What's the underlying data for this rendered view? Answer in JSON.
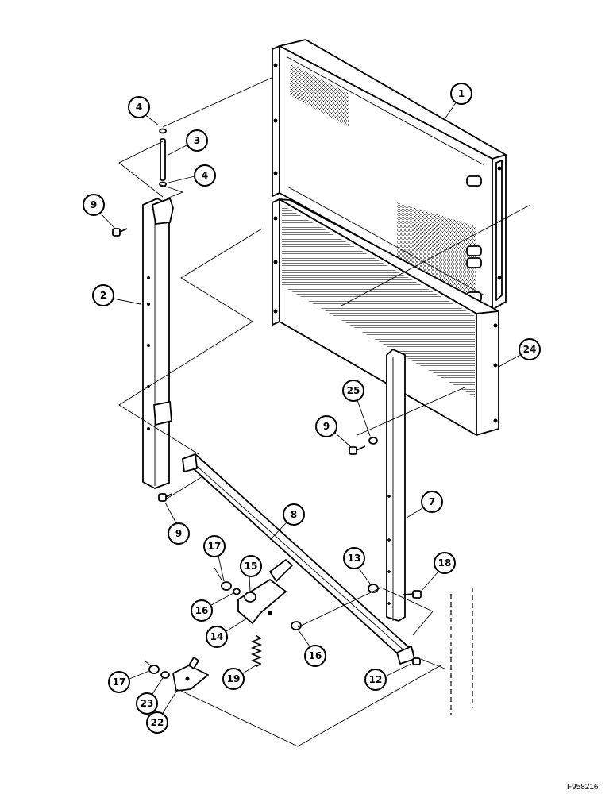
{
  "figure_id": "F958216",
  "callouts": [
    {
      "id": "c1",
      "label": "1"
    },
    {
      "id": "c2",
      "label": "2"
    },
    {
      "id": "c3",
      "label": "3"
    },
    {
      "id": "c4a",
      "label": "4"
    },
    {
      "id": "c4b",
      "label": "4"
    },
    {
      "id": "c7",
      "label": "7"
    },
    {
      "id": "c8",
      "label": "8"
    },
    {
      "id": "c9a",
      "label": "9"
    },
    {
      "id": "c9b",
      "label": "9"
    },
    {
      "id": "c9c",
      "label": "9"
    },
    {
      "id": "c12",
      "label": "12"
    },
    {
      "id": "c13",
      "label": "13"
    },
    {
      "id": "c14",
      "label": "14"
    },
    {
      "id": "c15",
      "label": "15"
    },
    {
      "id": "c16a",
      "label": "16"
    },
    {
      "id": "c16b",
      "label": "16"
    },
    {
      "id": "c17a",
      "label": "17"
    },
    {
      "id": "c17b",
      "label": "17"
    },
    {
      "id": "c18",
      "label": "18"
    },
    {
      "id": "c19",
      "label": "19"
    },
    {
      "id": "c22",
      "label": "22"
    },
    {
      "id": "c23",
      "label": "23"
    },
    {
      "id": "c24",
      "label": "24"
    },
    {
      "id": "c25",
      "label": "25"
    }
  ]
}
